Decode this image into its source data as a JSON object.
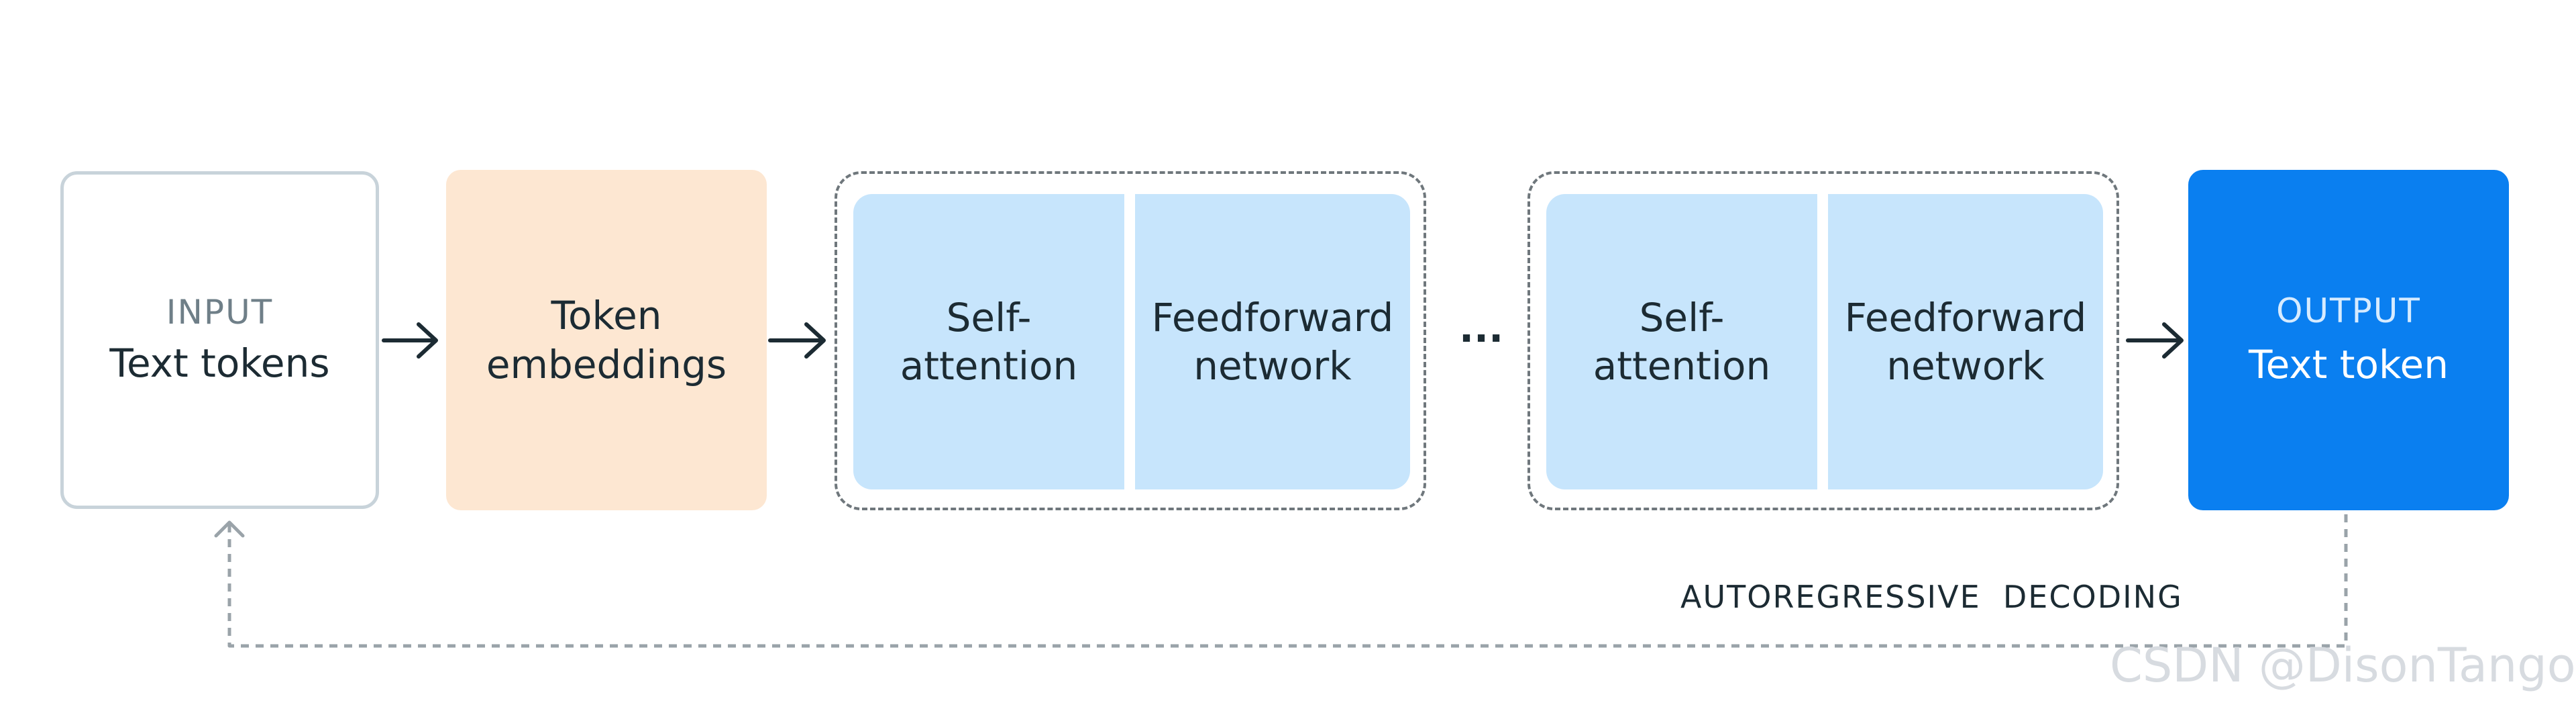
{
  "input": {
    "tag": "INPUT",
    "label": "Text tokens"
  },
  "embeddings": {
    "label_line1": "Token",
    "label_line2": "embeddings"
  },
  "blocks": [
    {
      "self_attention_line1": "Self-",
      "self_attention_line2": "attention",
      "feedforward_line1": "Feedforward",
      "feedforward_line2": "network"
    },
    {
      "self_attention_line1": "Self-",
      "self_attention_line2": "attention",
      "feedforward_line1": "Feedforward",
      "feedforward_line2": "network"
    }
  ],
  "ellipsis": "...",
  "output": {
    "tag": "OUTPUT",
    "label": "Text token"
  },
  "loop_label": "AUTOREGRESSIVE  DECODING",
  "watermark": "CSDN @DisonTangor",
  "colors": {
    "input_border": "#c8d3da",
    "embeddings_fill": "#fde7d2",
    "block_fill": "#c7e5fc",
    "output_fill": "#0a7ff0",
    "arrow": "#1c2b33",
    "loop_line": "#9aa3a9"
  }
}
